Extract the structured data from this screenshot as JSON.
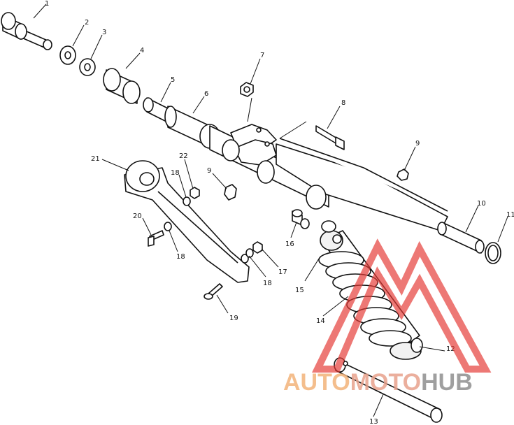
{
  "callouts": {
    "c1": "1",
    "c2": "2",
    "c3": "3",
    "c4": "4",
    "c5": "5",
    "c6": "6",
    "c7": "7",
    "c8": "8",
    "c9a": "9",
    "c9b": "9",
    "c10": "10",
    "c11": "11",
    "c12": "12",
    "c13": "13",
    "c14": "14",
    "c15": "15",
    "c16": "16",
    "c17": "17",
    "c18a": "18",
    "c18b": "18",
    "c18c": "18",
    "c19": "19",
    "c20": "20",
    "c21": "21",
    "c22": "22"
  },
  "watermark": {
    "part1": "AUTO",
    "part2": "MOTO",
    "part3": "HUB",
    "colors": {
      "triangle": "#e53935",
      "auto": "#f3b37a",
      "moto": "#e8a28c",
      "hub": "#8f8f8f"
    }
  }
}
